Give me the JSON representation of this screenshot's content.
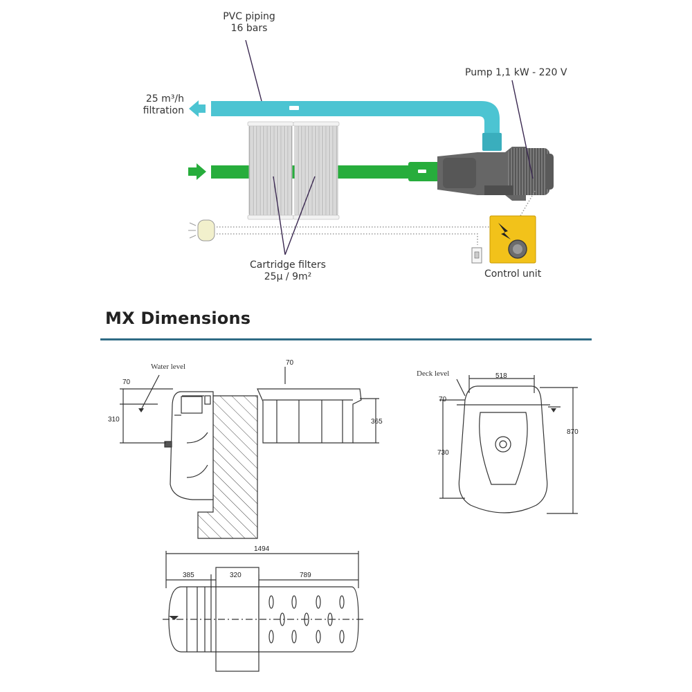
{
  "schematic": {
    "pvc_piping": [
      "PVC piping",
      "16 bars"
    ],
    "pump": "Pump 1,1 kW - 220 V",
    "filtration": [
      "25 m³/h",
      "filtration"
    ],
    "cartridge_filters": [
      "Cartridge filters",
      "25µ / 9m²"
    ],
    "control_unit": "Control unit"
  },
  "section": {
    "title": "MX Dimensions"
  },
  "dimensions": {
    "side_view": {
      "water_level": "Water level",
      "dims": [
        "70",
        "310",
        "70",
        "365"
      ]
    },
    "front_view": {
      "deck_level": "Deck level",
      "dims": [
        "518",
        "70",
        "730",
        "870"
      ]
    },
    "top_view": {
      "dims": [
        "1494",
        "385",
        "320",
        "789"
      ]
    }
  },
  "colors": {
    "return_pipe": "#4cc4d2",
    "suction_pipe": "#27ad3c",
    "pump_body": "#6b6b6b",
    "control_box": "#f2c21a",
    "section_rule": "#2e6b85"
  }
}
